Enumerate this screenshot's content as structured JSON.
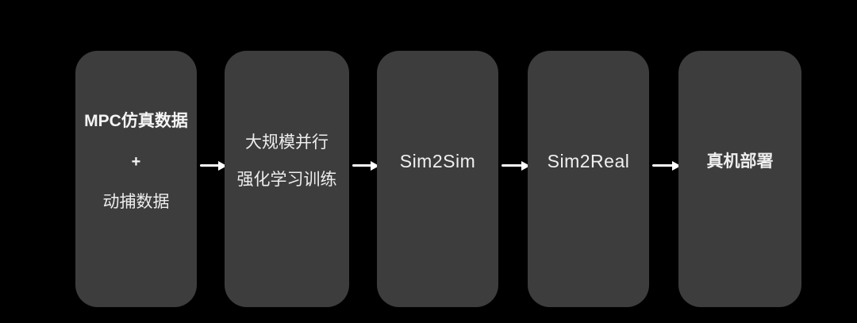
{
  "diagram": {
    "title": "humanoid-rl-training-pipeline-flow",
    "background_color": "#000000",
    "node_fill_color": "#3d3d3d",
    "text_color": "#f2f2f2",
    "arrow_color": "#ffffff",
    "nodes": [
      {
        "id": "training-data",
        "lines": [
          {
            "text": "MPC仿真数据",
            "bold": true
          },
          {
            "text": "+",
            "bold": true
          },
          {
            "text": "动捕数据",
            "bold": false
          }
        ]
      },
      {
        "id": "rl-training",
        "line1_bold_part": "大",
        "line1_rest_part": "规模并行",
        "line2": "强化学习训练"
      },
      {
        "id": "sim2sim",
        "label": "Sim2Sim"
      },
      {
        "id": "sim2real",
        "label": "Sim2Real"
      },
      {
        "id": "real-deployment",
        "label": "真机部署"
      }
    ],
    "connectors": [
      {
        "icon": "arrow-right-icon",
        "from": "training-data",
        "to": "rl-training"
      },
      {
        "icon": "arrow-right-icon",
        "from": "rl-training",
        "to": "sim2sim"
      },
      {
        "icon": "arrow-right-icon",
        "from": "sim2sim",
        "to": "sim2real"
      },
      {
        "icon": "arrow-right-icon",
        "from": "sim2real",
        "to": "real-deployment"
      }
    ]
  }
}
